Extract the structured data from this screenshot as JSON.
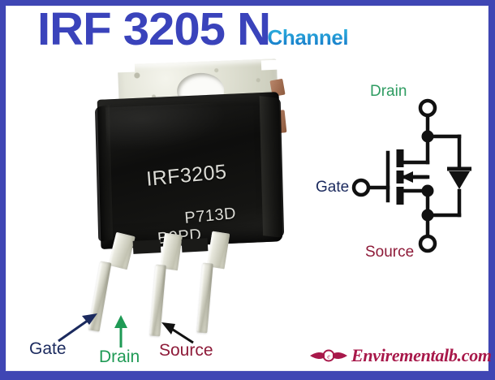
{
  "frame": {
    "border_color": "#3f46b4",
    "background": "#ffffff"
  },
  "title": {
    "main": "IRF 3205 N",
    "sub": "Channel",
    "main_color": "#3a43bb",
    "sub_color": "#1ba0d8"
  },
  "transistor": {
    "package": "TO-220",
    "markings": {
      "part_number": "IRF3205",
      "code_line_1": "P713D",
      "code_line_2": "B9PD"
    },
    "lead_count": 3
  },
  "schematic": {
    "type": "n-channel-mosfet-with-body-diode",
    "drain_label": "Drain",
    "gate_label": "Gate",
    "source_label": "Source",
    "drain_color": "#2f9c62",
    "gate_color": "#1b2a5e",
    "source_color": "#8e1b39",
    "line_color": "#111111"
  },
  "pin_callouts": [
    {
      "label": "Gate",
      "color": "#1b2a5e",
      "arrow_color": "#1b2a5e"
    },
    {
      "label": "Drain",
      "color": "#1f9a55",
      "arrow_color": "#1f9a55"
    },
    {
      "label": "Source",
      "color": "#8e1b39",
      "arrow_color": "#111111"
    }
  ],
  "logo": {
    "text": "Envirementalb.com",
    "color": "#a8184a",
    "mark": "winged-circle-emblem"
  }
}
